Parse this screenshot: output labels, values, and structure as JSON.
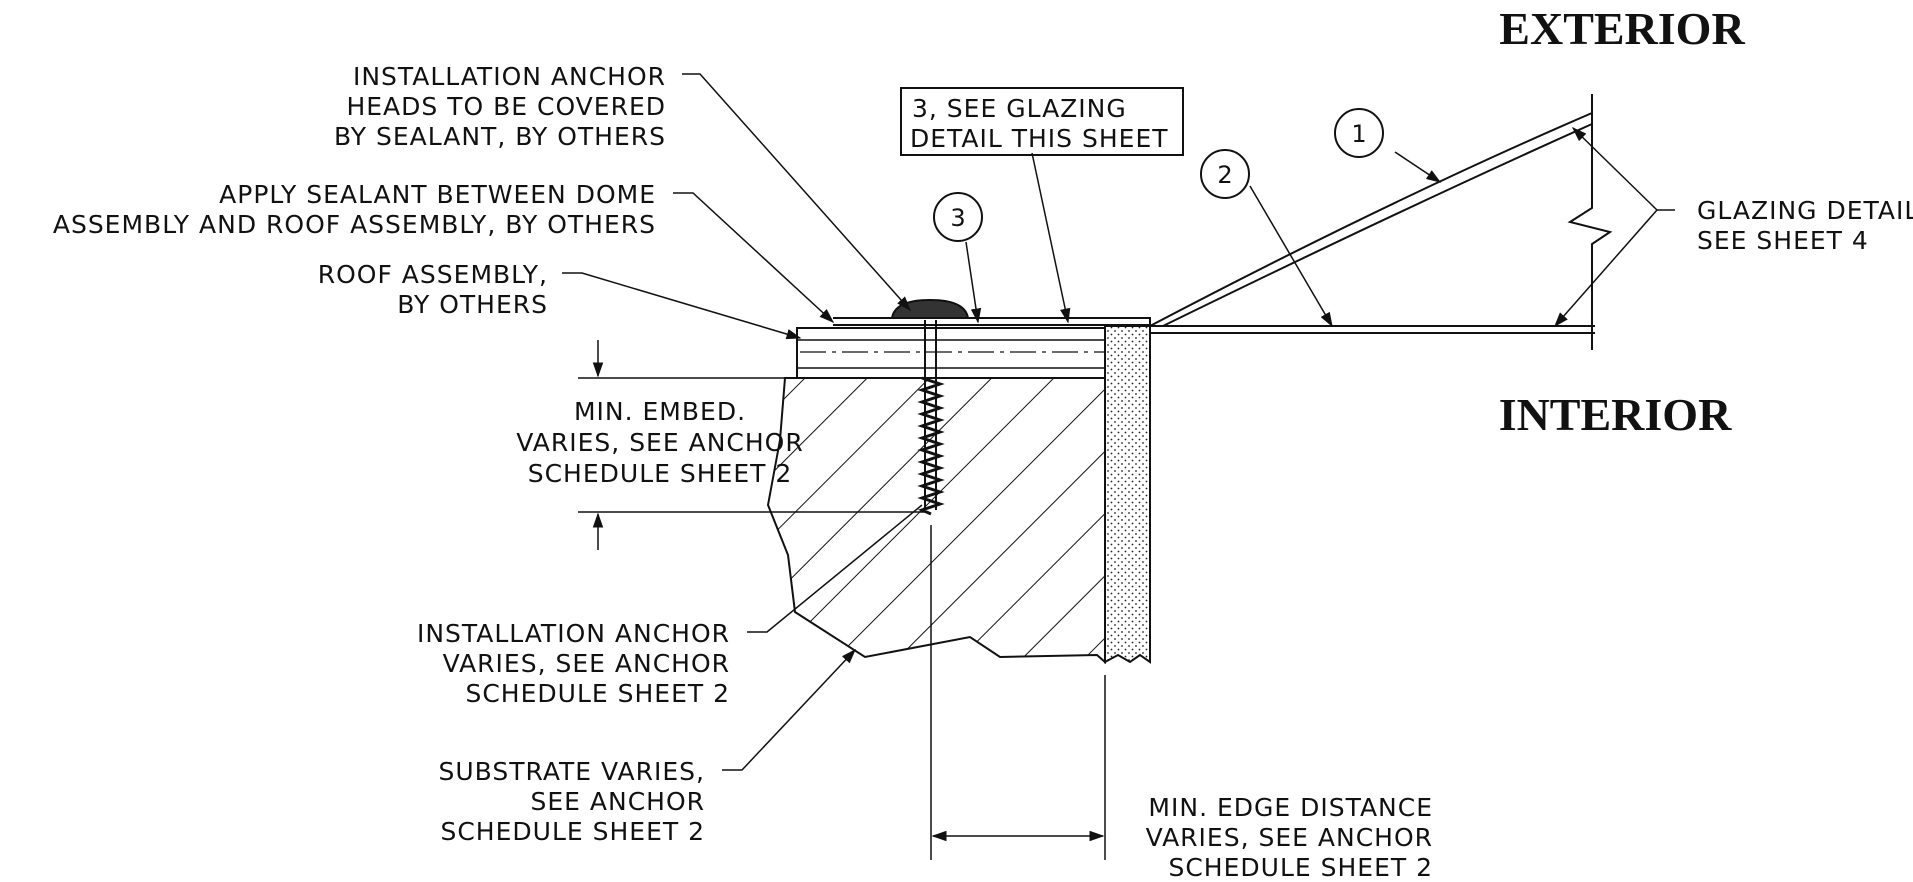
{
  "labels": {
    "exterior": "EXTERIOR",
    "interior": "INTERIOR"
  },
  "callouts": {
    "c1": "1",
    "c2": "2",
    "c3": "3"
  },
  "notes": {
    "anchor_heads": [
      "INSTALLATION ANCHOR",
      "HEADS TO BE COVERED",
      "BY SEALANT, BY OTHERS"
    ],
    "apply_sealant": [
      "APPLY SEALANT BETWEEN DOME",
      "ASSEMBLY AND ROOF ASSEMBLY, BY OTHERS"
    ],
    "roof_assembly": [
      "ROOF ASSEMBLY,",
      "BY OTHERS"
    ],
    "glazing_box": [
      "3, SEE GLAZING",
      "DETAIL THIS SHEET"
    ],
    "glazing_detail": [
      "GLAZING DETAIL",
      "SEE SHEET 4"
    ],
    "min_embed": [
      "MIN. EMBED.",
      "VARIES, SEE ANCHOR",
      "SCHEDULE SHEET 2"
    ],
    "install_anchor": [
      "INSTALLATION ANCHOR",
      "VARIES, SEE ANCHOR",
      "SCHEDULE SHEET 2"
    ],
    "substrate": [
      "SUBSTRATE VARIES,",
      "SEE ANCHOR",
      "SCHEDULE SHEET 2"
    ],
    "edge_distance": [
      "MIN. EDGE DISTANCE",
      "VARIES, SEE ANCHOR",
      "SCHEDULE SHEET 2"
    ]
  }
}
